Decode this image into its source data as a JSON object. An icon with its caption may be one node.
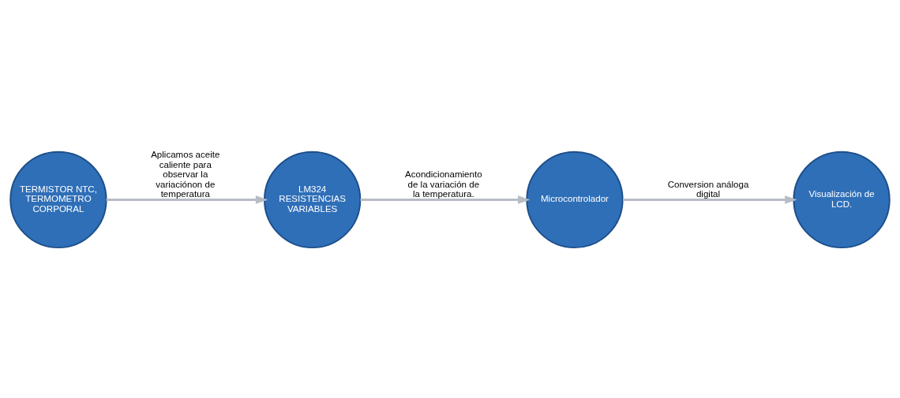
{
  "diagram": {
    "nodes": [
      {
        "text": [
          "TERMISTOR NTC, TERMOMETRO CORPORAL"
        ]
      },
      {
        "text": [
          "LM324",
          "RESISTENCIAS VARIABLES"
        ]
      },
      {
        "text": [
          "Microcontrolador"
        ]
      },
      {
        "text": [
          "Visualización de LCD."
        ]
      }
    ],
    "edges": [
      {
        "from": 0,
        "to": 1,
        "arrow": "to",
        "label": "Aplicamos aceite caliente para observar la variaciónon de temperatura"
      },
      {
        "from": 1,
        "to": 2,
        "arrow": "to",
        "label": "Acondicionamiento de la variación de la temperatura."
      },
      {
        "from": 2,
        "to": 3,
        "arrow": "to",
        "label": "Conversion análoga digital"
      }
    ]
  }
}
